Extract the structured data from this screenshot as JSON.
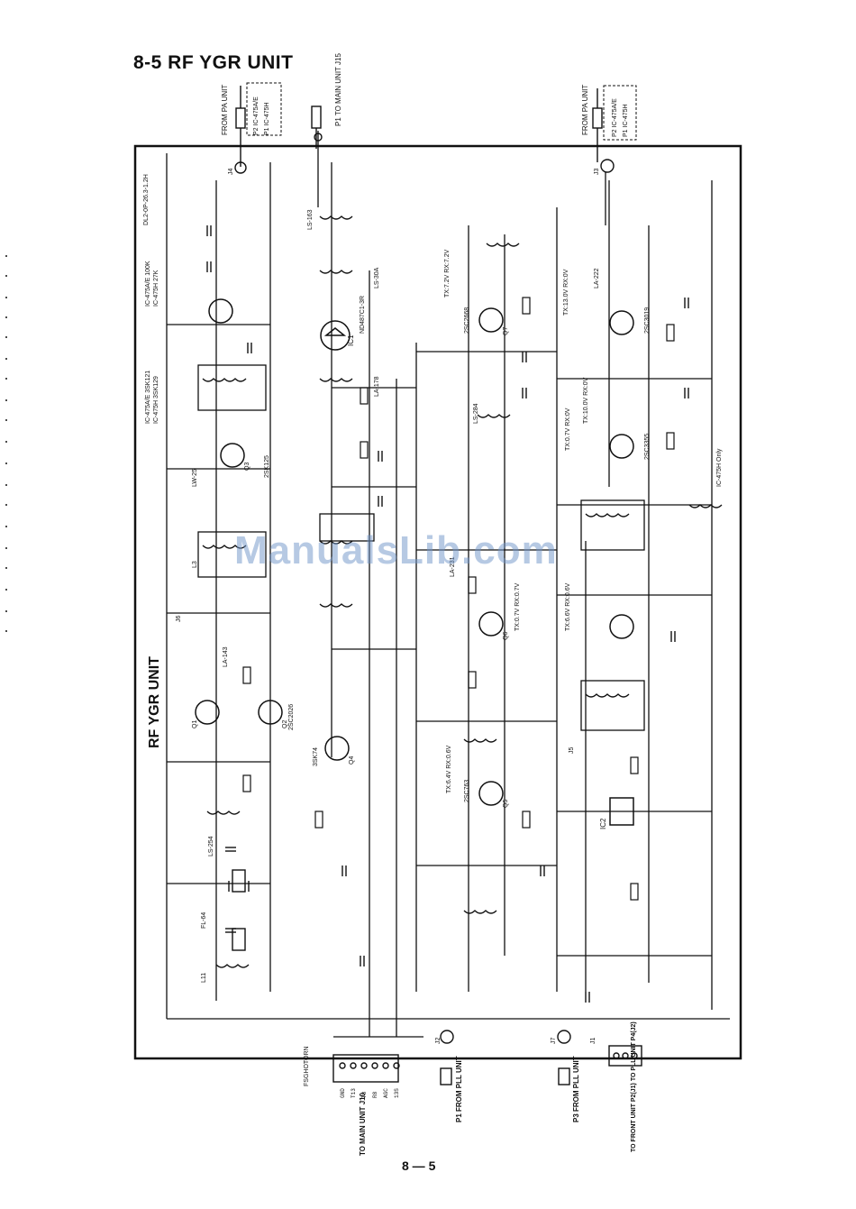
{
  "page": {
    "section_title": "8-5  RF YGR UNIT",
    "page_number": "8 — 5",
    "watermark": "ManualsLib.com"
  },
  "diagram": {
    "unit_title": "RF YGR UNIT",
    "ic_labels": [
      "IC1",
      "IC2"
    ],
    "transistor_labels": [
      "Q1",
      "Q2",
      "Q3",
      "Q4",
      "Q5",
      "Q6",
      "Q7"
    ],
    "connectors": {
      "top_left_from": "FROM PA UNIT",
      "top_left_variants": [
        "P2 IC-475A/E",
        "P1 IC-475H"
      ],
      "top_mid": "P1 TO MAIN UNIT J15",
      "top_right_from": "FROM PA UNIT",
      "top_right_variants": [
        "P2 IC-475A/E",
        "P1 IC-475H"
      ],
      "bottom_left": "TO MAIN UNIT J10",
      "bottom_p1": "P1 FROM PLL UNIT",
      "bottom_p3": "P3 FROM PLL UNIT",
      "bottom_right": "TO FRONT UNIT P2(J1) TO PLL UNIT P4(J2)",
      "bottom_connector_pins": [
        "GND",
        "T13",
        "T8",
        "R8",
        "AGC",
        "13S"
      ],
      "bottom_connector_name": "FSGHOTORN",
      "jack_labels": [
        "J1",
        "J2",
        "J3",
        "J4",
        "J5",
        "J6",
        "J7"
      ]
    },
    "part_labels": [
      "IC-475A/E 3SK121",
      "IC-475H 3SK129",
      "IC-475A/E 100K",
      "IC-475H 27K",
      "DL2-0P-26.3-1.2H",
      "TX:13.0V RX:0V",
      "TX:0.7V RX:0V",
      "TX:10.0V RX:0V",
      "TX:6.6V RX:0.6V",
      "TX:7.2V RX:7.2V",
      "TX:0.7V RX:0.7V",
      "TX:6.4V RX:0.6V",
      "IC-475H Only",
      "ND487C1-3R",
      "2SC2668",
      "2SC3019",
      "2SC3355",
      "2SC2026",
      "2SC763",
      "3SK74",
      "2SK125",
      "LS-163",
      "LS-30A",
      "LA-178",
      "LS-284",
      "LS-254",
      "LW-25",
      "FL-64",
      "LA-143",
      "LA-222",
      "LA-231",
      "L3",
      "L11"
    ],
    "colors": {
      "ink": "#111111",
      "paper": "#ffffff",
      "watermark": "#6f95c9"
    }
  }
}
